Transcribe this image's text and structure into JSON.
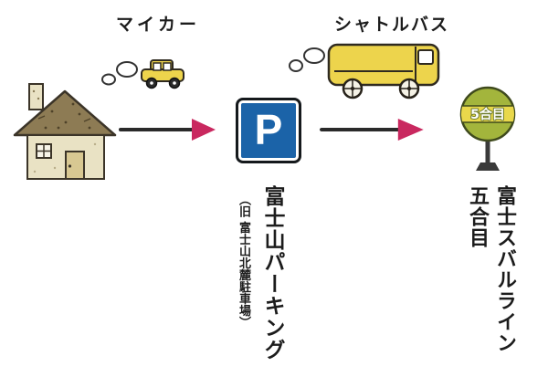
{
  "labels": {
    "my_car": "マイカー",
    "shuttle_bus": "シャトルバス"
  },
  "parking": {
    "sign_letter": "P",
    "name": "富士山パーキング",
    "former_name": "（旧 富士山北麓駐車場）"
  },
  "destination": {
    "name_line1": "富士スバルライン",
    "name_line2": "五合目",
    "bus_stop_label": "5合目"
  },
  "colors": {
    "arrow": "#c9285f",
    "parking_blue": "#1b63a8",
    "vehicle_yellow": "#edd44c",
    "sign_green": "#a3b53c",
    "band_yellow": "#e9d84b",
    "house_wall": "#e9e2c4",
    "roof_brown": "#8d7b54",
    "outline": "#2f2a20",
    "text": "#1c1c1c"
  }
}
